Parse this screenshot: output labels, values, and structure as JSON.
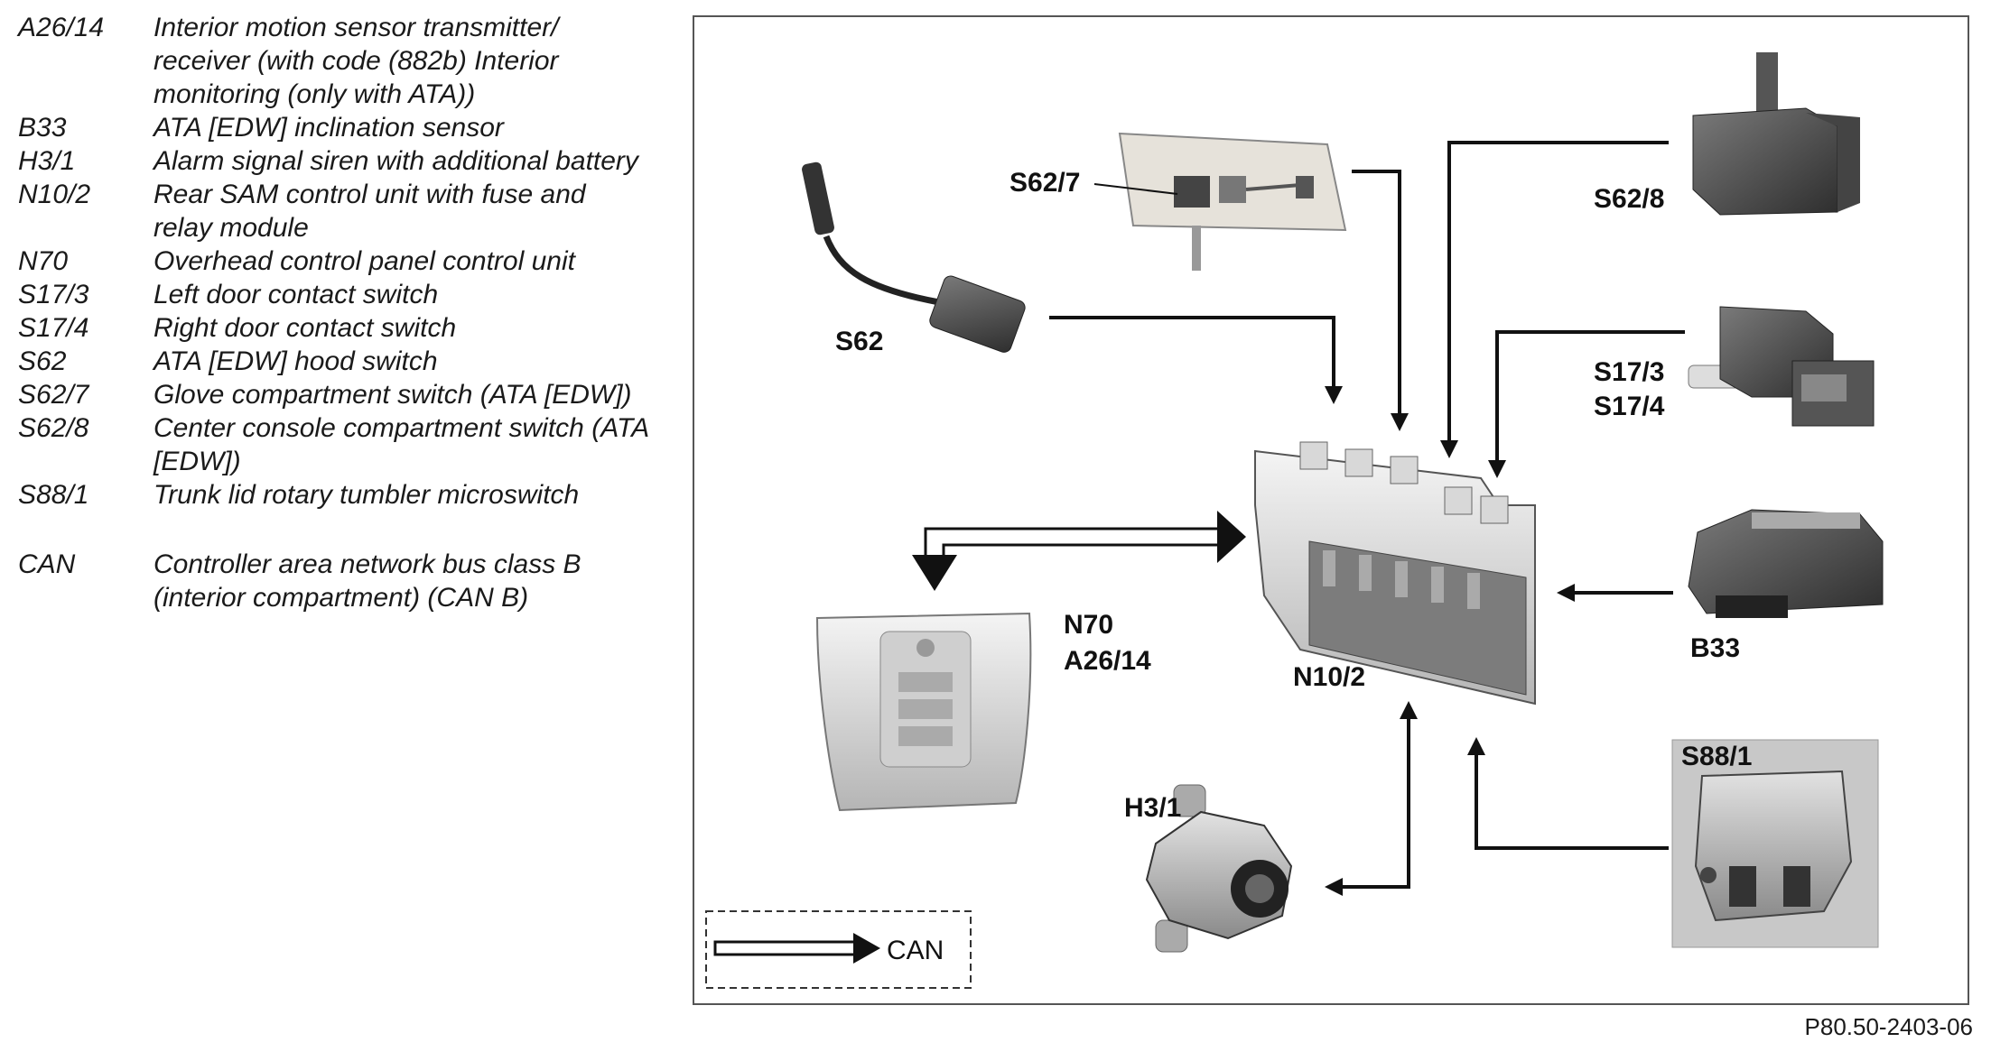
{
  "legend": [
    {
      "code": "A26/14",
      "desc": "Interior motion sensor transmitter/ receiver (with code (882b) Interior monitoring (only with ATA))"
    },
    {
      "code": "B33",
      "desc": "ATA [EDW] inclination sensor"
    },
    {
      "code": "H3/1",
      "desc": "Alarm signal siren with additional battery"
    },
    {
      "code": "N10/2",
      "desc": "Rear SAM control unit with fuse and relay module"
    },
    {
      "code": "N70",
      "desc": "Overhead control panel control unit"
    },
    {
      "code": "S17/3",
      "desc": "Left door contact switch"
    },
    {
      "code": "S17/4",
      "desc": "Right door contact switch"
    },
    {
      "code": "S62",
      "desc": "ATA [EDW] hood switch"
    },
    {
      "code": "S62/7",
      "desc": "Glove compartment switch (ATA [EDW])"
    },
    {
      "code": "S62/8",
      "desc": "Center console compartment switch (ATA [EDW])"
    },
    {
      "code": "S88/1",
      "desc": "Trunk lid rotary tumbler microswitch"
    },
    {
      "code": "CAN",
      "desc": "Controller area network bus class B (interior compartment) (CAN B)"
    }
  ],
  "diagram": {
    "labels": {
      "s62": "S62",
      "s62_7": "S62/7",
      "s62_8": "S62/8",
      "s17_3": "S17/3",
      "s17_4": "S17/4",
      "b33": "B33",
      "s88_1": "S88/1",
      "n10_2": "N10/2",
      "n70": "N70",
      "a26_14": "A26/14",
      "h3_1": "H3/1"
    },
    "can_key_label": "CAN"
  },
  "figure_ref": "P80.50-2403-06"
}
